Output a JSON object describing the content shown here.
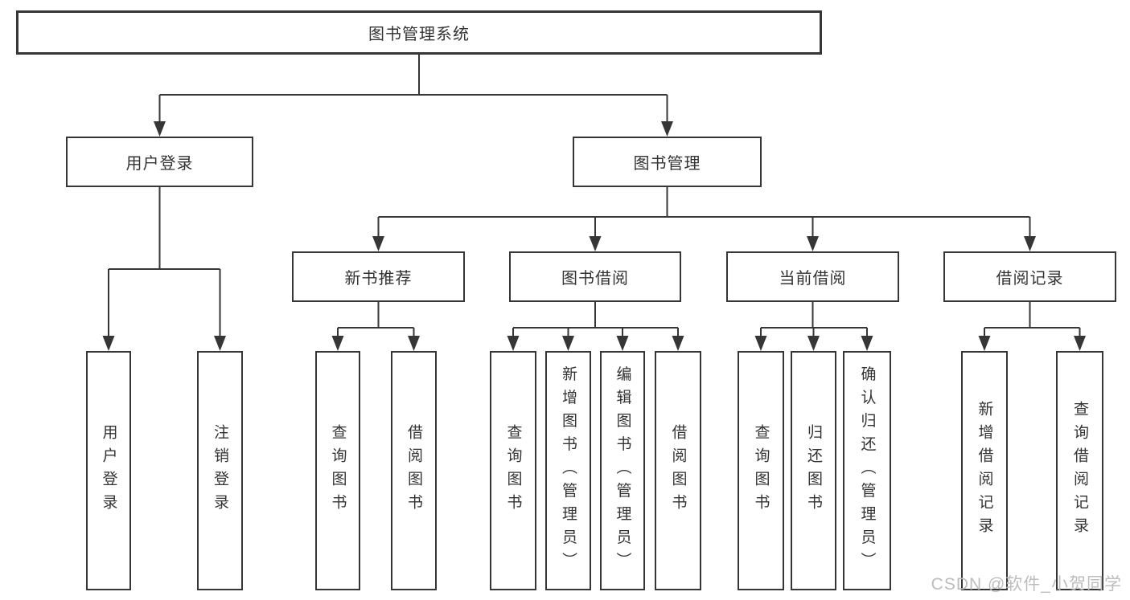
{
  "diagram": {
    "root": {
      "label": "图书管理系统"
    },
    "branches": [
      {
        "label": "用户登录",
        "children": [
          {
            "label": "用户登录"
          },
          {
            "label": "注销登录"
          }
        ]
      },
      {
        "label": "图书管理",
        "groups": [
          {
            "label": "新书推荐",
            "children": [
              {
                "label": "查询图书"
              },
              {
                "label": "借阅图书"
              }
            ]
          },
          {
            "label": "图书借阅",
            "children": [
              {
                "label": "查询图书"
              },
              {
                "label": "新增图书（管理员）"
              },
              {
                "label": "编辑图书（管理员）"
              },
              {
                "label": "借阅图书"
              }
            ]
          },
          {
            "label": "当前借阅",
            "children": [
              {
                "label": "查询图书"
              },
              {
                "label": "归还图书"
              },
              {
                "label": "确认归还（管理员）"
              }
            ]
          },
          {
            "label": "借阅记录",
            "children": [
              {
                "label": "新增借阅记录"
              },
              {
                "label": "查询借阅记录"
              }
            ]
          }
        ]
      }
    ]
  },
  "watermark": {
    "text": "CSDN @软件_小贺同学"
  },
  "colors": {
    "line": "#363636",
    "text": "#333333",
    "watermark": "#bdbdbd",
    "background": "#ffffff"
  }
}
